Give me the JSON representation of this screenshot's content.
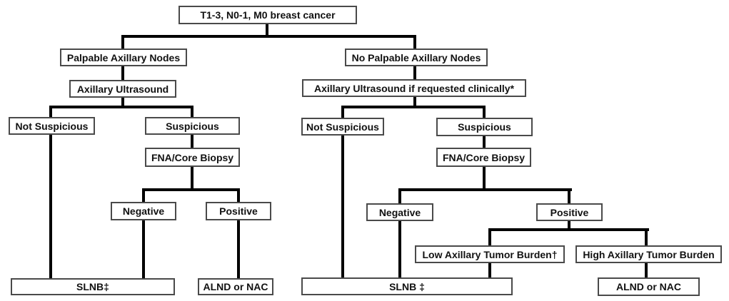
{
  "colors": {
    "background": "#ffffff",
    "box_fill": "#ffffff",
    "box_border": "#4a4a4a",
    "connector": "#000000",
    "text": "#111111"
  },
  "nodes": {
    "root": "T1-3, N0-1, M0 breast cancer",
    "left": {
      "palpable": "Palpable Axillary Nodes",
      "ultrasound": "Axillary Ultrasound",
      "not_suspicious": "Not Suspicious",
      "suspicious": "Suspicious",
      "fna": "FNA/Core Biopsy",
      "negative": "Negative",
      "positive": "Positive",
      "slnb": "SLNB‡",
      "alnd": "ALND or NAC"
    },
    "right": {
      "no_palpable": "No Palpable Axillary Nodes",
      "ultrasound": "Axillary Ultrasound if requested clinically*",
      "not_suspicious": "Not Suspicious",
      "suspicious": "Suspicious",
      "fna": "FNA/Core Biopsy",
      "negative": "Negative",
      "positive": "Positive",
      "low_burden": "Low Axillary Tumor Burden†",
      "high_burden": "High Axillary Tumor Burden",
      "slnb": "SLNB ‡",
      "alnd": "ALND or NAC"
    }
  }
}
